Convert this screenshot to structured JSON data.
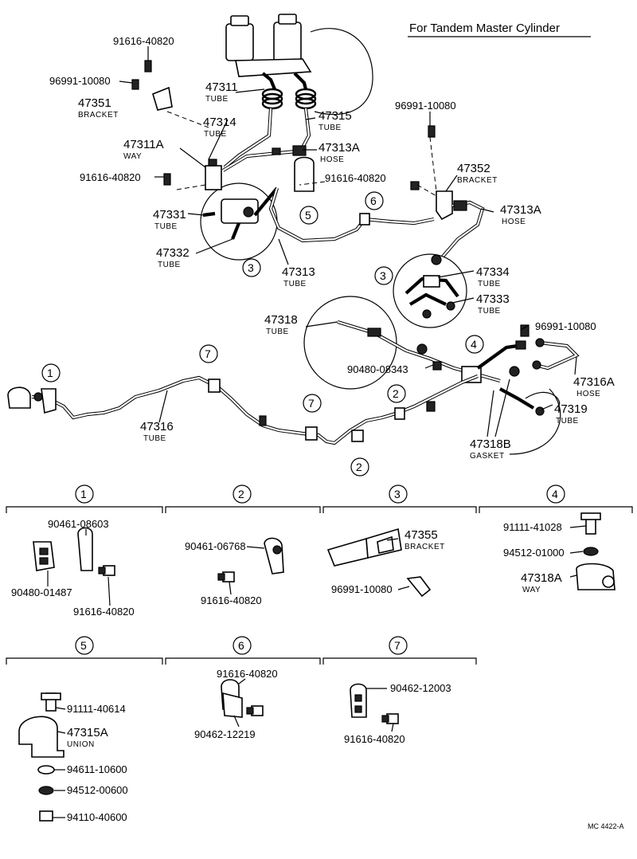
{
  "header": {
    "title": "For Tandem Master Cylinder"
  },
  "main_parts": [
    {
      "id": "p1",
      "number": "91616-40820",
      "caption": ""
    },
    {
      "id": "p2",
      "number": "96991-10080",
      "caption": ""
    },
    {
      "id": "p3",
      "number": "47351",
      "caption": "BRACKET"
    },
    {
      "id": "p4",
      "number": "47311",
      "caption": "TUBE"
    },
    {
      "id": "p5",
      "number": "47314",
      "caption": "TUBE"
    },
    {
      "id": "p6",
      "number": "47315",
      "caption": "TUBE"
    },
    {
      "id": "p7",
      "number": "47311A",
      "caption": "WAY"
    },
    {
      "id": "p8",
      "number": "47313A",
      "caption": "HOSE"
    },
    {
      "id": "p9",
      "number": "91616-40820",
      "caption": ""
    },
    {
      "id": "p10",
      "number": "91616-40820",
      "caption": ""
    },
    {
      "id": "p11",
      "number": "96991-10080",
      "caption": ""
    },
    {
      "id": "p12",
      "number": "47352",
      "caption": "BRACKET"
    },
    {
      "id": "p13",
      "number": "47313A",
      "caption": "HOSE"
    },
    {
      "id": "p14",
      "number": "47331",
      "caption": "TUBE"
    },
    {
      "id": "p15",
      "number": "47332",
      "caption": "TUBE"
    },
    {
      "id": "p16",
      "number": "47313",
      "caption": "TUBE"
    },
    {
      "id": "p17",
      "number": "47334",
      "caption": "TUBE"
    },
    {
      "id": "p18",
      "number": "47333",
      "caption": "TUBE"
    },
    {
      "id": "p19",
      "number": "47318",
      "caption": "TUBE"
    },
    {
      "id": "p20",
      "number": "96991-10080",
      "caption": ""
    },
    {
      "id": "p21",
      "number": "90480-08343",
      "caption": ""
    },
    {
      "id": "p22",
      "number": "47316A",
      "caption": "HOSE"
    },
    {
      "id": "p23",
      "number": "47316",
      "caption": "TUBE"
    },
    {
      "id": "p24",
      "number": "47319",
      "caption": "TUBE"
    },
    {
      "id": "p25",
      "number": "47318B",
      "caption": "GASKET"
    }
  ],
  "callouts": {
    "c1": "5",
    "c2": "6",
    "c3": "3",
    "c4": "3",
    "c5": "4",
    "c6": "1",
    "c7": "7",
    "c8": "7",
    "c9": "2",
    "c10": "2"
  },
  "detail_sections": [
    {
      "number": "1",
      "parts": [
        {
          "number": "90461-08603",
          "caption": ""
        },
        {
          "number": "90480-01487",
          "caption": ""
        },
        {
          "number": "91616-40820",
          "caption": ""
        }
      ]
    },
    {
      "number": "2",
      "parts": [
        {
          "number": "90461-06768",
          "caption": ""
        },
        {
          "number": "91616-40820",
          "caption": ""
        }
      ]
    },
    {
      "number": "3",
      "parts": [
        {
          "number": "47355",
          "caption": "BRACKET"
        },
        {
          "number": "96991-10080",
          "caption": ""
        }
      ]
    },
    {
      "number": "4",
      "parts": [
        {
          "number": "91111-41028",
          "caption": ""
        },
        {
          "number": "94512-01000",
          "caption": ""
        },
        {
          "number": "47318A",
          "caption": "WAY"
        }
      ]
    },
    {
      "number": "5",
      "parts": [
        {
          "number": "91111-40614",
          "caption": ""
        },
        {
          "number": "47315A",
          "caption": "UNION"
        },
        {
          "number": "94611-10600",
          "caption": ""
        },
        {
          "number": "94512-00600",
          "caption": ""
        },
        {
          "number": "94110-40600",
          "caption": ""
        }
      ]
    },
    {
      "number": "6",
      "parts": [
        {
          "number": "91616-40820",
          "caption": ""
        },
        {
          "number": "90462-12219",
          "caption": ""
        }
      ]
    },
    {
      "number": "7",
      "parts": [
        {
          "number": "90462-12003",
          "caption": ""
        },
        {
          "number": "91616-40820",
          "caption": ""
        }
      ]
    }
  ],
  "footer": {
    "code": "MC 4422-A"
  }
}
